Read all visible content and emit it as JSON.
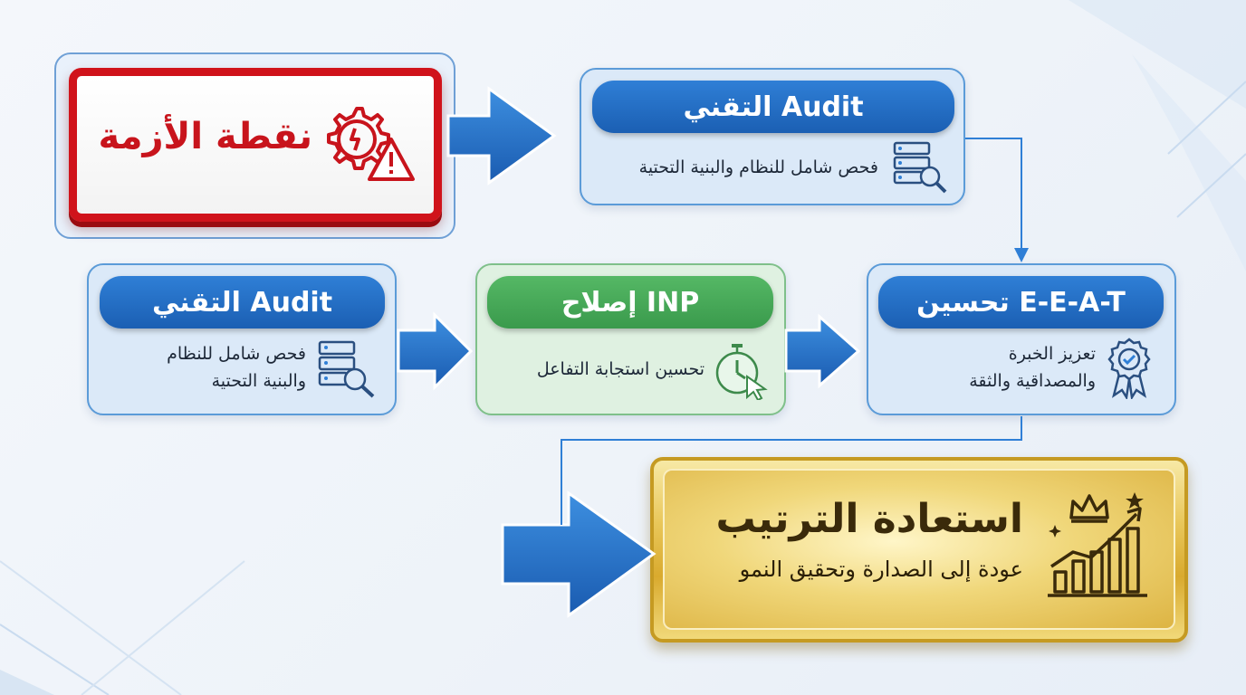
{
  "crisis": {
    "title": "نقطة الأزمة",
    "icon": "gear-warning-icon"
  },
  "top_audit": {
    "title": "التقني Audit",
    "subtitle": "فحص شامل للنظام والبنية التحتية",
    "icon": "server-search-icon"
  },
  "eeat": {
    "title": "تحسين E-E-A-T",
    "subtitle_line1": "تعزيز الخبرة",
    "subtitle_line2": "والمصداقية والثقة",
    "icon": "badge-check-icon"
  },
  "inp": {
    "title": "إصلاح INP",
    "subtitle": "تحسين استجابة التفاعل",
    "icon": "stopwatch-cursor-icon"
  },
  "left_audit": {
    "title": "التقني Audit",
    "subtitle_line1": "فحص شامل للنظام",
    "subtitle_line2": "والبنية التحتية",
    "icon": "server-search-icon"
  },
  "result": {
    "title": "استعادة الترتيب",
    "subtitle": "عودة إلى الصدارة وتحقيق النمو",
    "icon": "crown-growth-chart-icon"
  },
  "colors": {
    "crisis": "#d0131b",
    "blue": "#1b5fb3",
    "green": "#3a9a4c",
    "gold": "#d9aa2e"
  }
}
